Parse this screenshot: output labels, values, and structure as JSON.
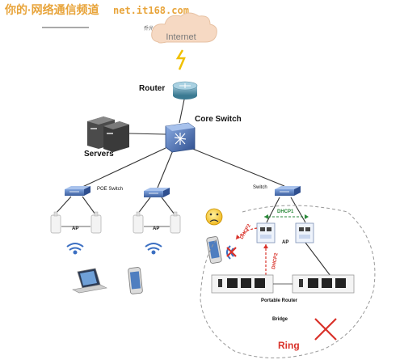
{
  "header": {
    "brand_cn": "你的·网络通信频道",
    "domain": "net.it168.com",
    "author": "乔光 苏绍强"
  },
  "diagram": {
    "internet_label": "Internet",
    "router_label": "Router",
    "core_switch_label": "Core Switch",
    "servers_label": "Servers",
    "poe_switch_label": "POE Switch",
    "switch_label": "Switch",
    "ap_label_1": "AP",
    "ap_label_2": "AP",
    "ap_label_3": "AP",
    "dhcp1_label": "DHCP1",
    "dhcp2a_label": "DHCP2",
    "dhcp2b_label": "DHCP2",
    "portable_router_label": "Portable Router",
    "bridge_label": "Bridge",
    "ring_label": "Ring"
  },
  "colors": {
    "brand_orange": "#e8a43a",
    "accent_red": "#d9322a",
    "dhcp_green": "#2a8a3a",
    "device_blue": "#4a6fb0",
    "cloud": "#f6d9c3"
  }
}
